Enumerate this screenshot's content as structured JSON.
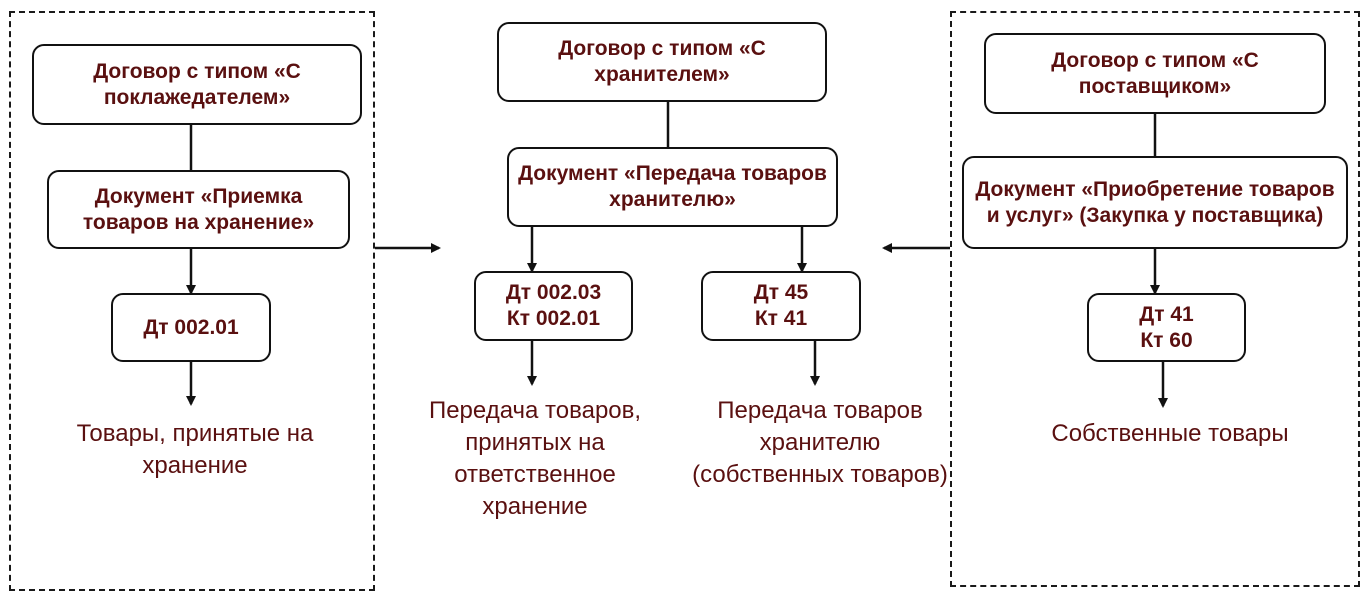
{
  "left": {
    "contract": "Договор с типом «С поклажедателем»",
    "document": "Документ «Приемка товаров на хранение»",
    "entry": "Дт 002.01",
    "result": "Товары, принятые на хранение"
  },
  "center": {
    "contract": "Договор с типом «С хранителем»",
    "document": "Документ «Передача товаров хранителю»",
    "entry_a": "Дт 002.03\nКт 002.01",
    "entry_b": "Дт 45\nКт 41",
    "result_a": "Передача товаров, принятых на ответственное хранение",
    "result_b": "Передача товаров хранителю (собственных товаров)"
  },
  "right": {
    "contract": "Договор с типом «С поставщиком»",
    "document": "Документ «Приобретение товаров и услуг» (Закупка у поставщика)",
    "entry": "Дт 41\nКт 60",
    "result": "Собственные товары"
  },
  "colors": {
    "text": "#5a1010",
    "line": "#111111"
  }
}
